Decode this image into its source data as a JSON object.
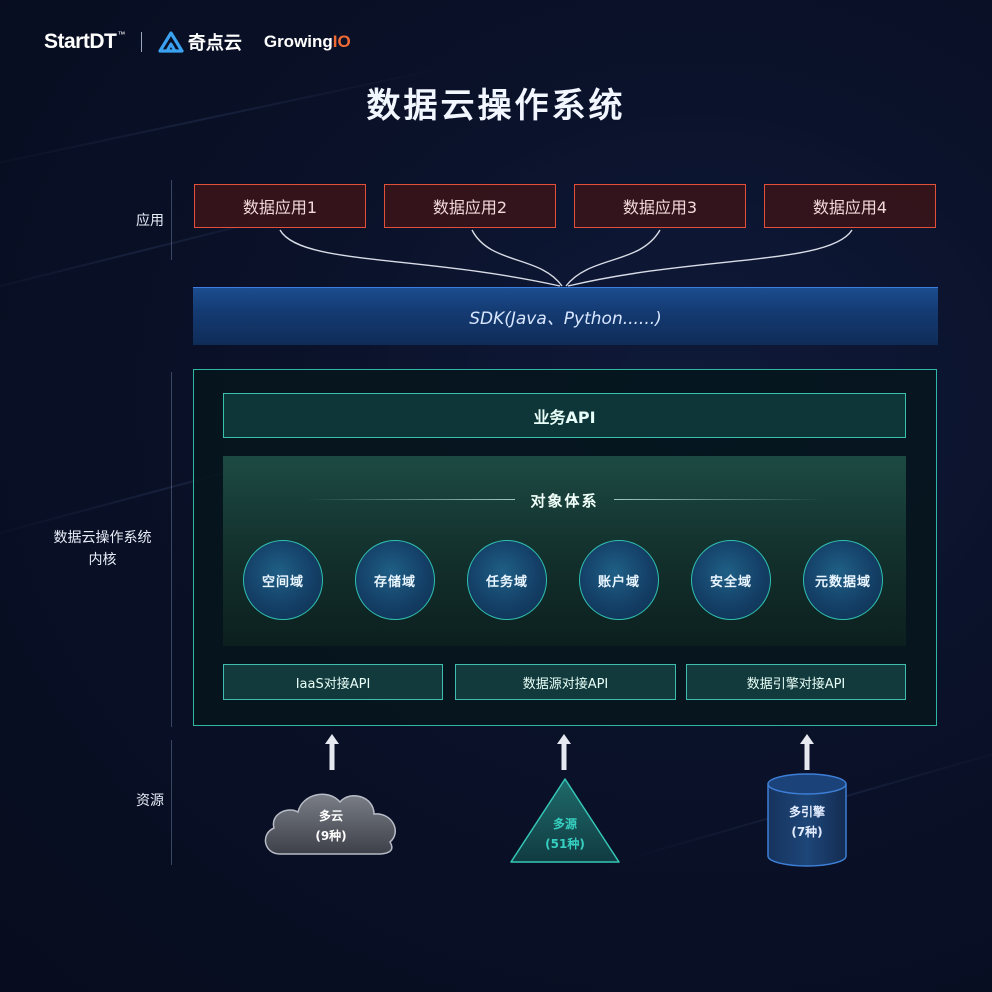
{
  "logos": {
    "startdt": "StartDT",
    "trademark": "™",
    "qidianyun": "奇点云",
    "growing": "Growing",
    "growing_io": "IO"
  },
  "title": "数据云操作系统",
  "side_labels": {
    "app": "应用",
    "kernel_line1": "数据云操作系统",
    "kernel_line2": "内核",
    "resource": "资源"
  },
  "apps": [
    "数据应用1",
    "数据应用2",
    "数据应用3",
    "数据应用4"
  ],
  "sdk": "SDK(Java、Python......)",
  "business_api": "业务API",
  "object_system": {
    "title": "对象体系",
    "domains": [
      "空间域",
      "存储域",
      "任务域",
      "账户域",
      "安全域",
      "元数据域"
    ]
  },
  "interfaces": [
    "IaaS对接API",
    "数据源对接API",
    "数据引擎对接API"
  ],
  "resources": {
    "cloud": {
      "line1": "多云",
      "line2": "(9种)"
    },
    "source": {
      "line1": "多源",
      "line2": "(51种)"
    },
    "engine": {
      "line1": "多引擎",
      "line2": "(7种)"
    }
  },
  "colors": {
    "app_border": "#e0503a",
    "sdk_fill": "#143b73",
    "kernel_border": "#2fb7a3",
    "domain_fill": "#1a4f78",
    "source_accent": "#37d0c0"
  }
}
